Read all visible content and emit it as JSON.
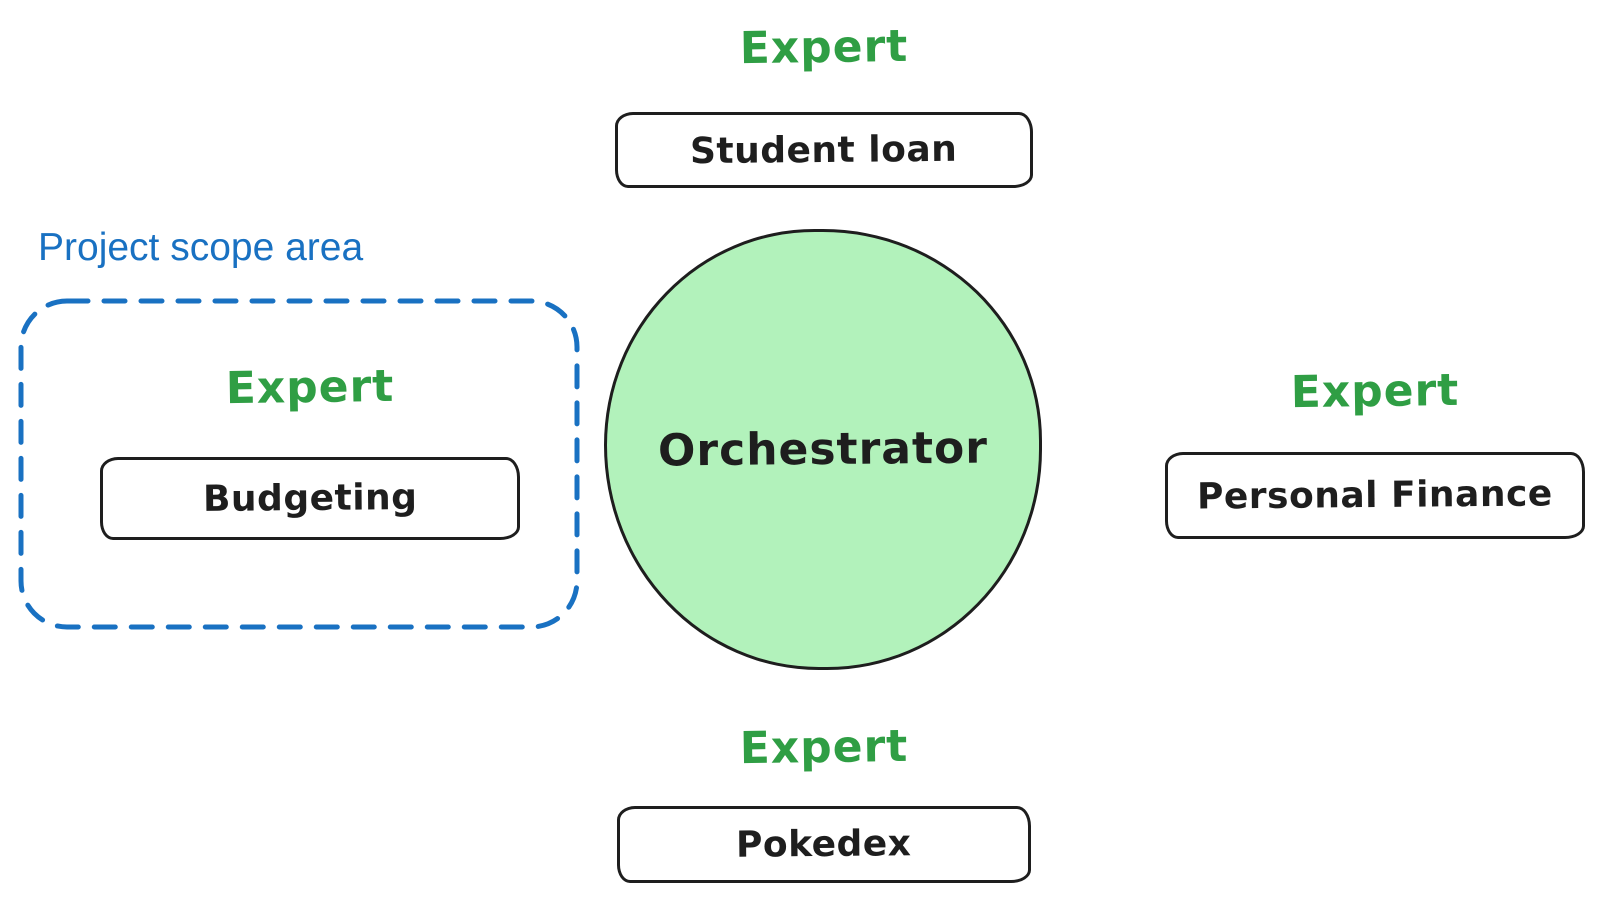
{
  "colors": {
    "green": "#2f9e44",
    "light_green": "#b2f2bb",
    "blue": "#1971c2",
    "ink": "#1e1e1e",
    "background": "#ffffff"
  },
  "scope": {
    "label": "Project scope area"
  },
  "center": {
    "label": "Orchestrator"
  },
  "experts": {
    "top": {
      "heading": "Expert",
      "box_label": "Student loan"
    },
    "left": {
      "heading": "Expert",
      "box_label": "Budgeting"
    },
    "right": {
      "heading": "Expert",
      "box_label": "Personal Finance"
    },
    "bottom": {
      "heading": "Expert",
      "box_label": "Pokedex"
    }
  }
}
